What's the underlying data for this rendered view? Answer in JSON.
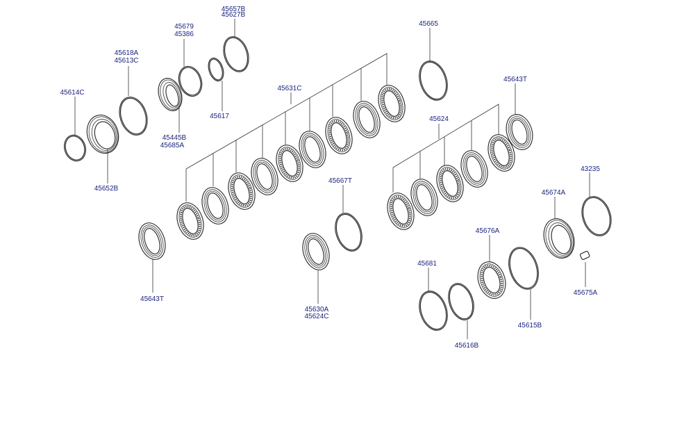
{
  "diagram": {
    "part_labels": {
      "p45614C": "45614C",
      "p45652B": "45652B",
      "p45618A": "45618A",
      "p45613C": "45613C",
      "p45679": "45679",
      "p45386": "45386",
      "p45657B": "45657B",
      "p45627B": "45627B",
      "p45617": "45617",
      "p45445B": "45445B",
      "p45685A": "45685A",
      "p45631C": "45631C",
      "p45665": "45665",
      "p45643T_top": "45643T",
      "p45624": "45624",
      "p43235": "43235",
      "p45674A": "45674A",
      "p45667T": "45667T",
      "p45643T_bottom": "45643T",
      "p45630A": "45630A",
      "p45624C": "45624C",
      "p45676A": "45676A",
      "p45681": "45681",
      "p45616B": "45616B",
      "p45615B": "45615B",
      "p45675A": "45675A"
    }
  }
}
